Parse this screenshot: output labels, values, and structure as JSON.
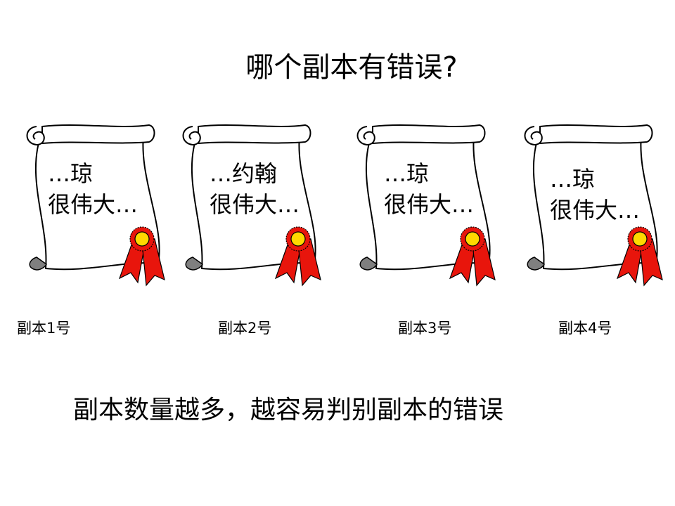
{
  "slide": {
    "title": "哪个副本有错误?",
    "copies": [
      {
        "line1": "…琼",
        "line2": "很伟大…",
        "label": "副本1号"
      },
      {
        "line1": "…约翰",
        "line2": "很伟大…",
        "label": "副本2号"
      },
      {
        "line1": "…琼",
        "line2": "很伟大…",
        "label": "副本3号"
      },
      {
        "line1": "…琼",
        "line2": "很伟大…",
        "label": "副本4号"
      }
    ],
    "footer": "副本数量越多，越容易判别副本的错误"
  },
  "colors": {
    "scroll_fill": "#ffffff",
    "scroll_outline": "#000000",
    "curl_shadow": "#7f7f7f",
    "seal_gold": "#ffd800",
    "ribbon_red": "#e8150c"
  }
}
